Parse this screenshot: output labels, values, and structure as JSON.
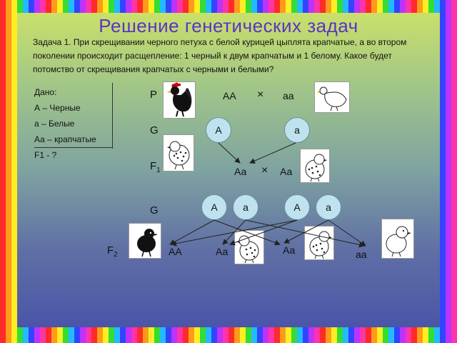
{
  "title": "Решение генетических задач",
  "task_text": "Задача 1. При скрещивании черного петуха с белой курицей цыплята крапчатые, а во втором поколении происходит расщепление: 1 черный к двум крапчатым и 1 белому. Какое будет потомство от скрещивания крапчатых с черными и белыми?",
  "given": {
    "heading": "Дано:",
    "lines": [
      "А – Черные",
      "а – Белые",
      "Аа – крапчатые",
      "F1 - ?"
    ]
  },
  "labels": {
    "P": "Р",
    "G1": "G",
    "F1": "F",
    "F1_sub": "1",
    "G2": "G",
    "F2": "F",
    "F2_sub": "2",
    "cross": "×"
  },
  "genotypes": {
    "parent_male": "АА",
    "parent_female": "аа",
    "f1_left": "Аа",
    "f1_right": "Аа",
    "f2_1": "АА",
    "f2_2": "Аа",
    "f2_3": "Аа",
    "f2_4": "аа"
  },
  "gametes": {
    "g1_a": "А",
    "g1_b": "а",
    "g2_1": "А",
    "g2_2": "а",
    "g2_3": "А",
    "g2_4": "а"
  },
  "icons": {
    "rooster": "rooster-icon",
    "hen": "hen-icon",
    "chick_speckled": "speckled-chick-icon",
    "chick_black": "black-chick-icon",
    "chick_white": "white-chick-icon"
  }
}
